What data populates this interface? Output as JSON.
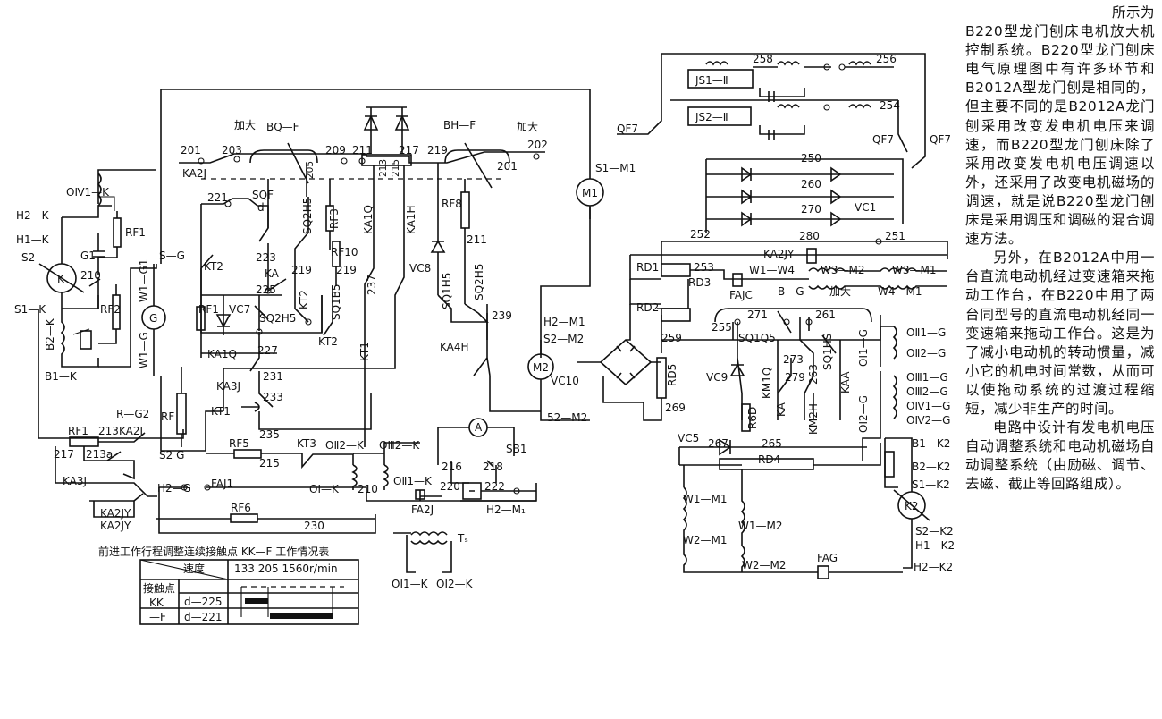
{
  "description": {
    "para1_start": "所示为",
    "para1": "B220型龙门刨床电机放大机控制系统。B220型龙门刨床电气原理图中有许多环节和B2012A型龙门刨是相同的，但主要不同的是B2012A龙门刨采用改变发电机电压来调速，而B220型龙门刨床除了采用改变发电机电压调速以外，还采用了改变电机磁场的调速，就是说B220型龙门刨床是采用调压和调磁的混合调速方法。",
    "para2": "另外，在B2012A中用一台直流电动机经过变速箱来拖动工作台，在B220中用了两台同型号的直流电动机经同一变速箱来拖动工作台。这是为了减小电动机的转动惯量，减小它的机电时间常数，从而可以使拖动系统的过渡过程缩短，减少非生产的时间。",
    "para3": "电路中设计有发电机电压自动调整系统和电动机磁场自动调整系统（由励磁、调节、去磁、截止等回路组成）。"
  },
  "table": {
    "title": "前进工作行程调整连续接触点 KK—F 工作情况表",
    "header_speed": "速度",
    "header_contact": "接触点",
    "speeds": "133  205  1560r/min",
    "row_group": "KK",
    "row_group2": "—F",
    "rows": [
      "d—225",
      "d—221"
    ]
  },
  "labels": {
    "L_ON1K": "OⅣ1—K",
    "L_H2K": "H2—K",
    "L_H1K": "H1—K",
    "L_S2K": "S2",
    "L_K": "K",
    "L_S1K": "S1—K",
    "L_B2K": "B2—K",
    "L_B1K": "B1—K",
    "L_RF1a": "RF1",
    "L_G1": "G1",
    "L_210a": "210",
    "L_RF2": "RF2",
    "L_W1G1": "W1—G1",
    "L_SG": "S—G",
    "L_G": "G",
    "L_W1G": "W1—G",
    "L_RG2": "R—G2",
    "L_RF": "RF",
    "L_S2G": "S2  G",
    "L_H2G": "H2—G",
    "L_FAJ1": "FAJ1",
    "L_RF6": "RF6",
    "L_230": "230",
    "L_RF1b": "RF1",
    "L_213": "213",
    "L_KA2Ja": "KA2J",
    "L_217": "217",
    "L_213a": "213a",
    "L_KA3Ja": "KA3J",
    "L_KA2JY1": "KA2JY",
    "L_KA2JY2": "KA2JY",
    "L_201a": "201",
    "L_203": "203",
    "L_KA2Jb": "KA2J",
    "L_jiada1": "加大",
    "L_BQF": "BQ—F",
    "L_209": "209",
    "L_211a": "211",
    "L_217b": "217",
    "L_219a": "219",
    "L_BHF": "BH—F",
    "L_jiada2": "加大",
    "L_202": "202",
    "L_201b": "201",
    "L_205": "205",
    "L_213b": "213",
    "L_215a": "215",
    "L_221": "221",
    "L_SQF": "SQF",
    "L_d": "d",
    "L_SQ2H5a": "SQ2H5",
    "L_RF3": "RF3",
    "L_KA1Q": "KA1Q",
    "L_KA1H": "KA1H",
    "L_RF8": "RF8",
    "L_211b": "211",
    "L_KT2a": "KT2",
    "L_223": "223",
    "L_KAa": "KA",
    "L_RF10": "RF10",
    "L_219b": "219",
    "L_237": "237",
    "L_219c": "219",
    "L_KT2b": "KT2",
    "L_SQ1B5": "SQ1B5",
    "L_225": "225",
    "L_VC8": "VC8",
    "L_SQ1H5a": "SQ1H5",
    "L_SQ2H5b": "SQ2H5",
    "L_RF1c": "RF1",
    "L_VC7": "VC7",
    "L_SQ2H5c": "SQ2H5",
    "L_KT2c": "KT2",
    "L_KT1a": "KT1",
    "L_239": "239",
    "L_KA1Qb": "KA1Q",
    "L_227": "227",
    "L_231": "231",
    "L_KA4H": "KA4H",
    "L_KA3Jb": "KA3J",
    "L_233": "233",
    "L_KT1b": "KT1",
    "L_235": "235",
    "L_RF5": "RF5",
    "L_215b": "215",
    "L_KT3": "KT3",
    "L_OII2Ka": "OⅡ2—K",
    "L_OII2Kb": "OⅢ2—K",
    "L_OIKa": "OI—K",
    "L_210b": "210",
    "L_OII1K": "OⅡ1—K",
    "L_S1M1": "S1—M1",
    "L_M1": "M1",
    "L_H2M1": "H2—M1",
    "L_S2M2": "S2—M2",
    "L_M2": "M2",
    "L_52M2": "52—M2",
    "L_A": "A",
    "L_SB1": "SB1",
    "L_216": "216",
    "L_218": "218",
    "L_220": "220",
    "L_222": "222",
    "L_FA2J": "FA2J",
    "L_H2Mb": "H2—M₁",
    "L_Ts": "Tₛ",
    "L_OI1K": "OI1—K",
    "L_OI2K": "OI2—K",
    "L_QF7a": "QF7",
    "L_JS1": "JS1—Ⅱ",
    "L_258": "258",
    "L_256": "256",
    "L_JS2": "JS2—Ⅱ",
    "L_254": "254",
    "L_QF7b": "QF7",
    "L_QF7c": "QF7",
    "L_250": "250",
    "L_260": "260",
    "L_270": "270",
    "L_VC1": "VC1",
    "L_252": "252",
    "L_KA2JY": "KA2JY",
    "L_280": "280",
    "L_251": "251",
    "L_RD1": "RD1",
    "L_253": "253",
    "L_W1W4": "W1—W4",
    "L_W3M2": "W3—M2",
    "L_W3M1": "W3—M1",
    "L_RD3": "RD3",
    "L_FAJC": "FAJC",
    "L_BG": "B—G",
    "L_jiada3": "加大",
    "L_W4M1": "W4—M1",
    "L_RD2": "RD2",
    "L_271": "271",
    "L_261": "261",
    "L_255": "255",
    "L_SQ1Q5": "SQ1Q5",
    "L_SQ1HS": "SQ1HS",
    "L_OII1G": "OⅡ1—G",
    "L_OII2G": "OⅡ2—G",
    "L_259": "259",
    "L_273": "273",
    "L_KM1Q": "KM1Q",
    "L_279": "279",
    "L_263": "263",
    "L_KAA": "KAA",
    "L_OI1G": "OI1—G",
    "L_VC10": "VC10",
    "L_RD5": "RD5",
    "L_VC9": "VC9",
    "L_KAb": "KA",
    "L_KM2H": "KM2H",
    "L_OIII1G": "OⅢ1—G",
    "L_OIII2G": "OⅢ2—G",
    "L_OIV1G": "OⅣ1—G",
    "L_OIV2G": "OⅣ2—G",
    "L_269": "269",
    "L_R6D": "R6D",
    "L_OI2G": "OI2—G",
    "L_VC5": "VC5",
    "L_267": "267",
    "L_265": "265",
    "L_RD4": "RD4",
    "L_B1K2": "B1—K2",
    "L_B2K2": "B2—K2",
    "L_S1K2": "S1—K2",
    "L_K2": "K2",
    "L_S2K2": "S2—K2",
    "L_H1K2": "H1—K2",
    "L_H2K2": "H2—K2",
    "L_W1M1": "W1—M1",
    "L_W1M2": "W1—M2",
    "L_W2M1": "W2—M1",
    "L_W2M2": "W2—M2",
    "L_FAG": "FAG"
  }
}
